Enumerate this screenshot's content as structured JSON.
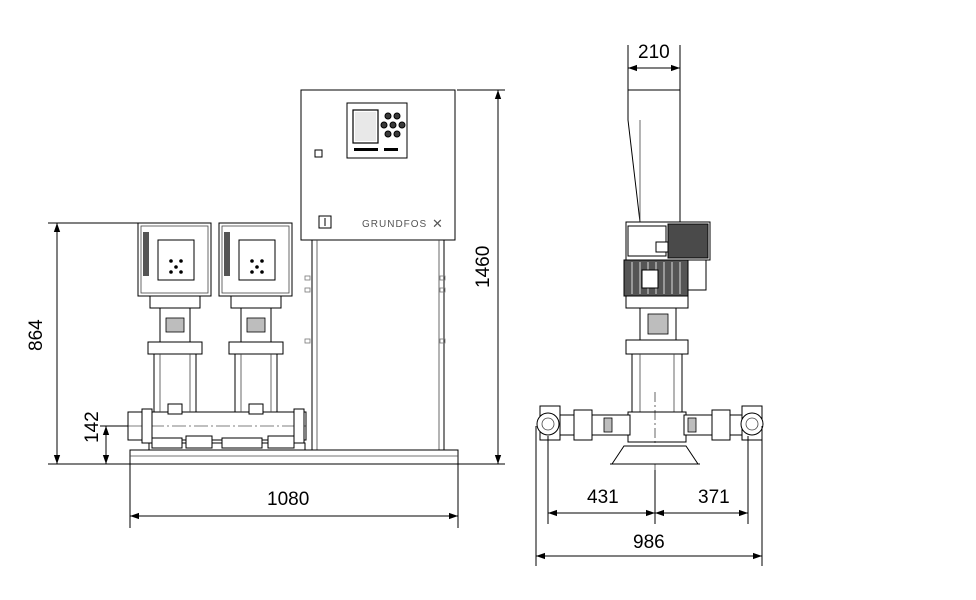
{
  "dimensions": {
    "total_height": "1460",
    "pump_height": "864",
    "inlet_height": "142",
    "base_width": "1080",
    "depth_top": "210",
    "left_offset": "431",
    "right_offset": "371",
    "total_depth": "986"
  },
  "brand": {
    "name": "GRUNDFOS"
  }
}
